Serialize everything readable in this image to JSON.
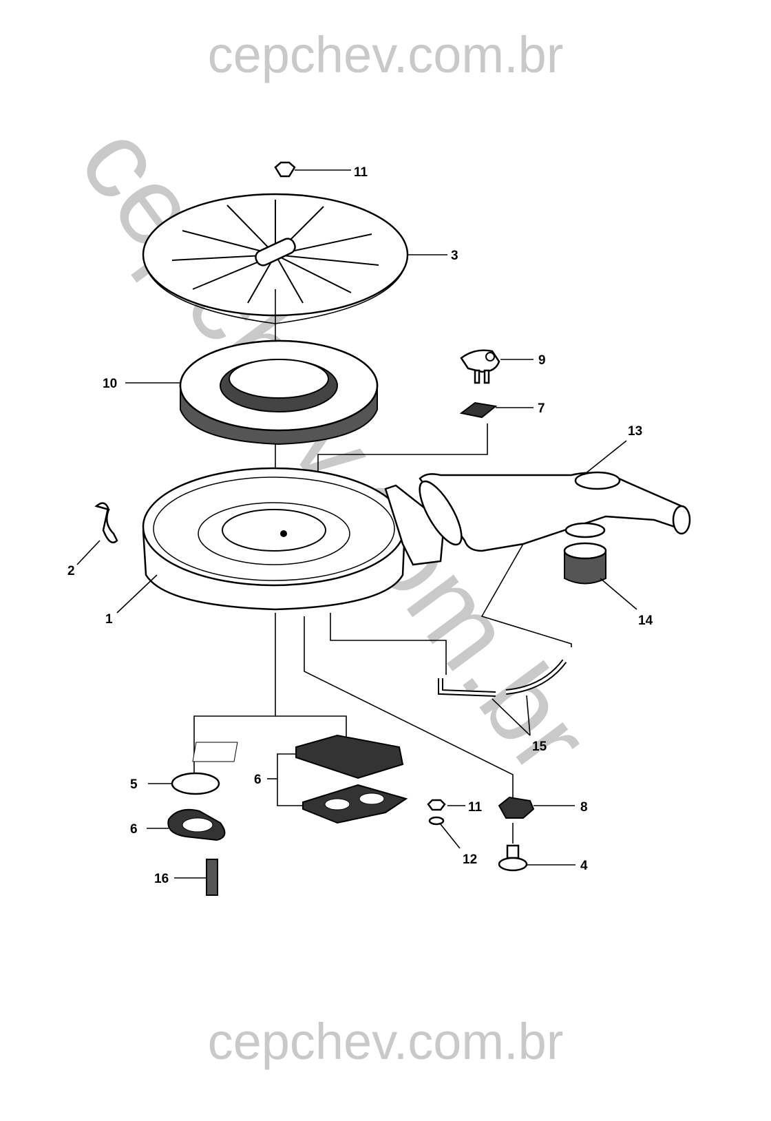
{
  "watermark": {
    "top": "cepchev.com.br",
    "diagonal": "cepchev.com.br",
    "bottom": "cepchev.com.br",
    "color": "#c9c9c9"
  },
  "callouts": {
    "nut_top": "11",
    "cover": "3",
    "sensor": "9",
    "gasket_sensor": "7",
    "filter_element": "10",
    "snorkel_valve": "13",
    "clip": "2",
    "housing": "1",
    "seal_ring": "14",
    "hoses": "15",
    "o_ring": "5",
    "gaskets_4bbl": "6",
    "nut_small": "11",
    "bracket": "8",
    "gasket_2bbl": "6",
    "washer": "12",
    "bolt": "4",
    "stud": "16"
  }
}
